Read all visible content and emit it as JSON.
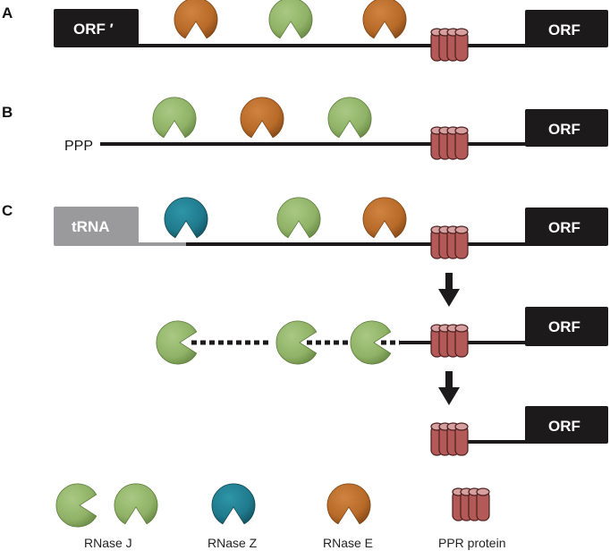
{
  "panels": [
    {
      "label": "A",
      "left_box": "ORF ′",
      "right_box": "ORF"
    },
    {
      "label": "B",
      "left_text": "PPP",
      "right_box": "ORF"
    },
    {
      "label": "C",
      "left_box": "tRNA",
      "right_box": "ORF",
      "step2_right_box": "ORF",
      "step3_right_box": "ORF"
    }
  ],
  "colors": {
    "rnase_j": "#8fb266",
    "rnase_z": "#1f7a8c",
    "rnase_e": "#b86a28",
    "ppr": "#b35a58",
    "orf_box": "#1c1a1b",
    "trna_box": "#9a9a9c"
  },
  "legend": [
    {
      "name": "RNase J",
      "icon": "rnase-j-icon"
    },
    {
      "name": "RNase Z",
      "icon": "rnase-z-icon"
    },
    {
      "name": "RNase E",
      "icon": "rnase-e-icon"
    },
    {
      "name": "PPR protein",
      "icon": "ppr-protein-icon"
    }
  ]
}
